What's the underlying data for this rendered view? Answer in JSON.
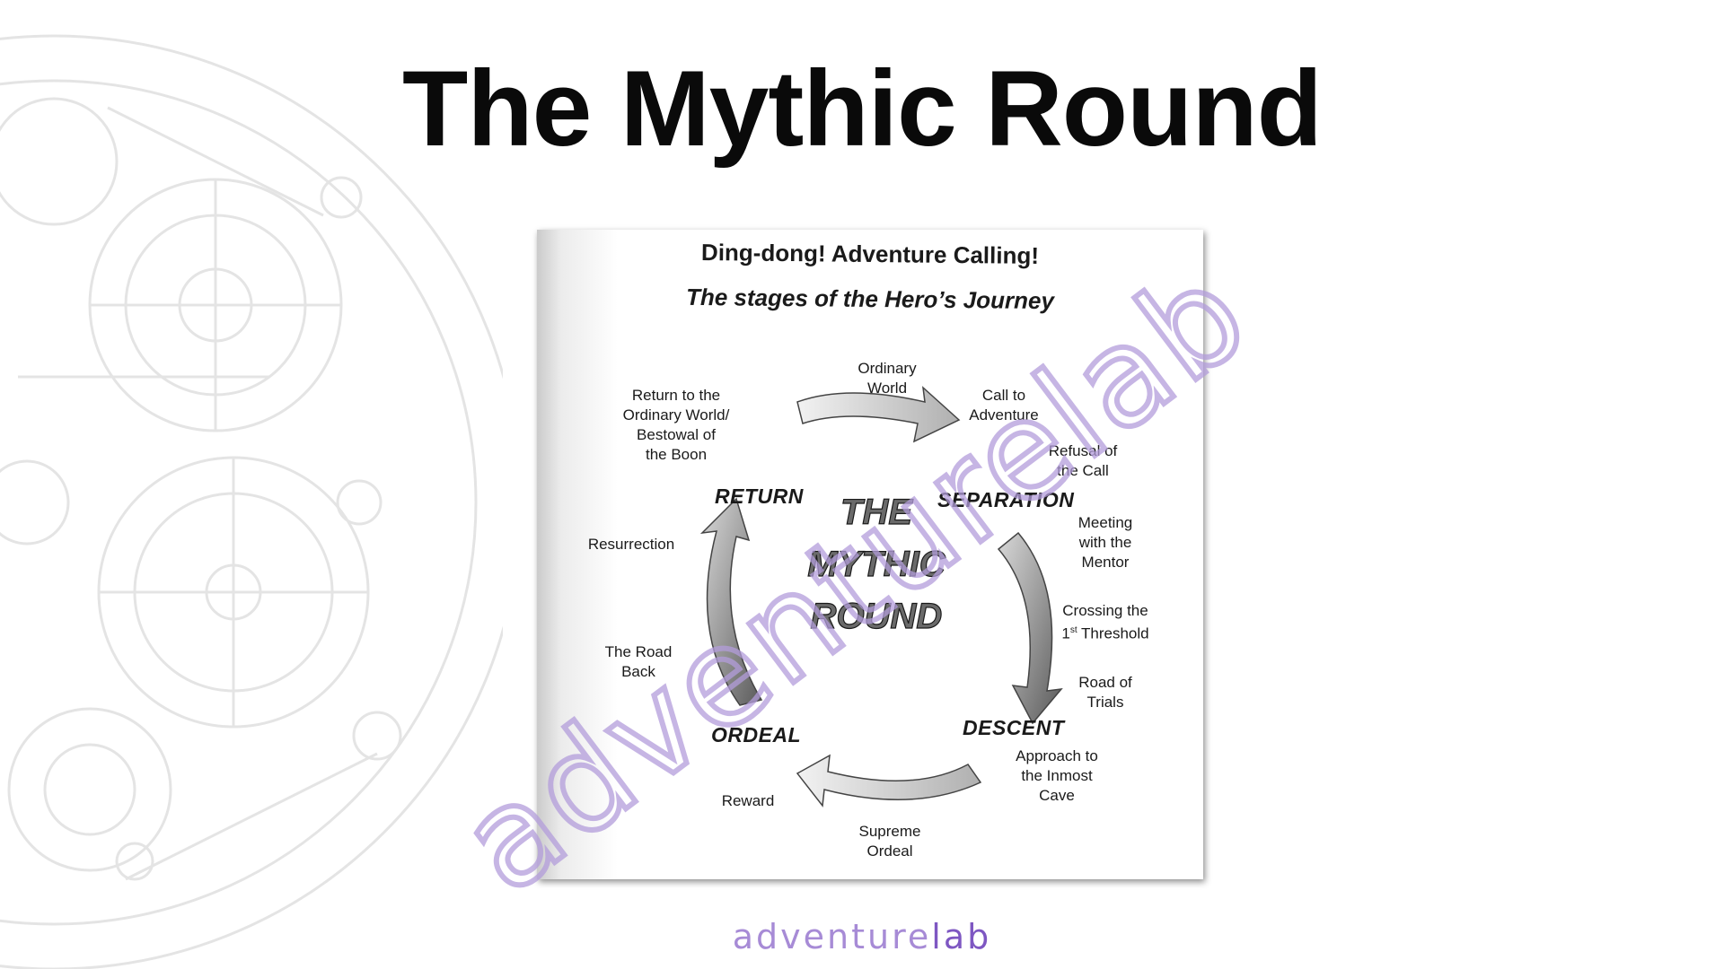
{
  "slide": {
    "title": "The Mythic Round"
  },
  "diagram": {
    "heading": "Ding-dong! Adventure Calling!",
    "subheading": "The stages of the Hero’s Journey",
    "center": [
      "THE",
      "MYTHIC",
      "ROUND"
    ],
    "phases": {
      "return": "RETURN",
      "separation": "SEPARATION",
      "descent": "DESCENT",
      "ordeal": "ORDEAL"
    },
    "stages": {
      "ordinary_world": "Ordinary\nWorld",
      "call_to_adventure": "Call to\nAdventure",
      "refusal_of_call": "Refusal of\nthe Call",
      "meeting_mentor": "Meeting\nwith the\nMentor",
      "crossing_threshold_a": "Crossing the",
      "crossing_threshold_num": "1",
      "crossing_threshold_sup": "st",
      "crossing_threshold_b": " Threshold",
      "road_of_trials": "Road of\nTrials",
      "approach_cave": "Approach to\nthe Inmost\nCave",
      "supreme_ordeal": "Supreme\nOrdeal",
      "reward": "Reward",
      "road_back": "The Road\nBack",
      "resurrection": "Resurrection",
      "return_ordinary_world": "Return to the\nOrdinary World/\nBestowal of\nthe Boon"
    }
  },
  "watermark": {
    "text": "adventurelab"
  },
  "brand": {
    "prefix": "adventure",
    "suffix": "lab"
  },
  "colors": {
    "title": "#0a0a0a",
    "brand": "#7e57c2",
    "watermark": "#b39ddb",
    "gears": "#e6e6e6"
  }
}
